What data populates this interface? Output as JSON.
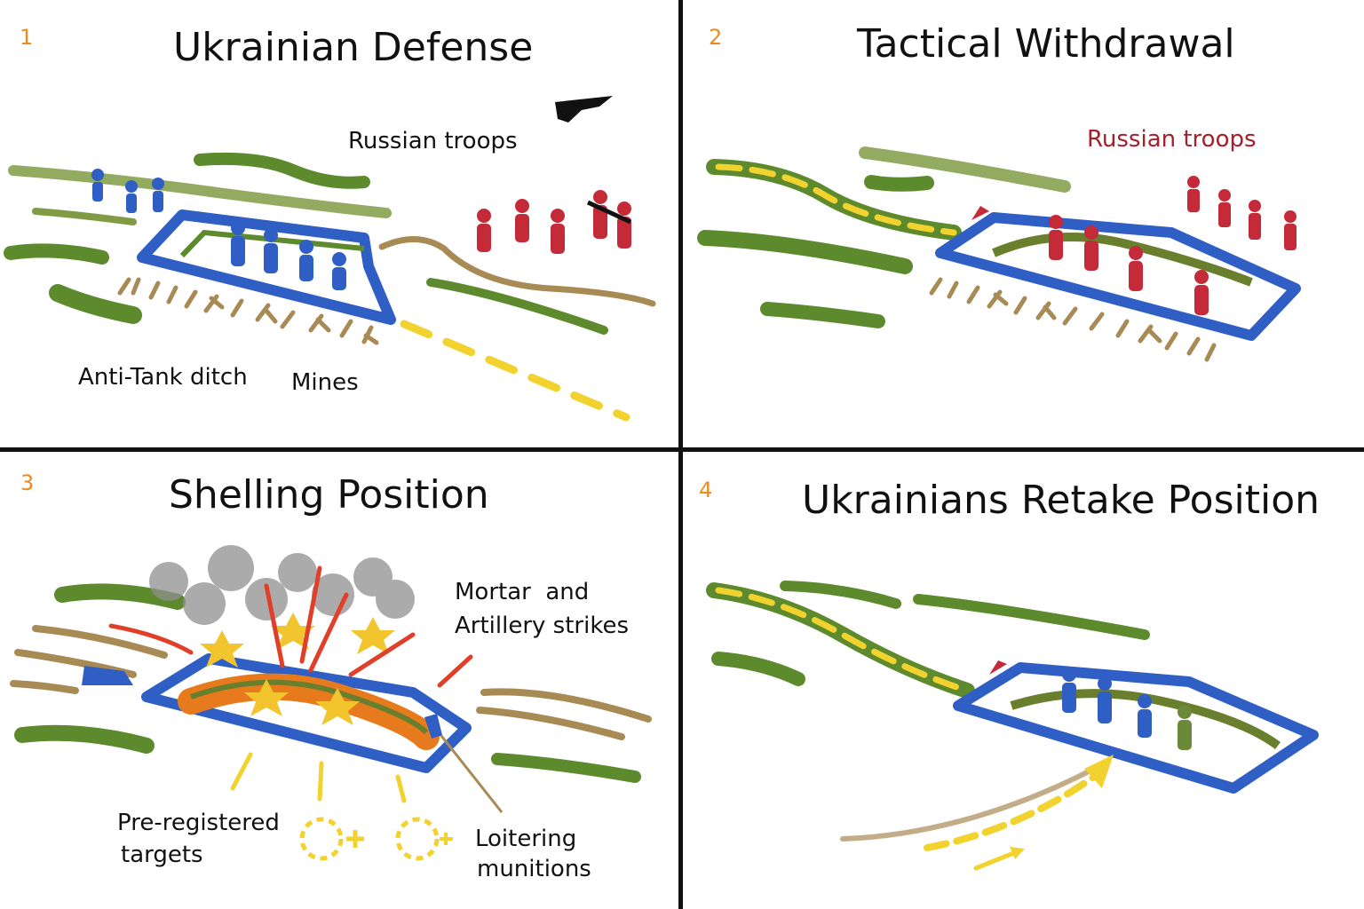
{
  "colors": {
    "number": "#f08a1e",
    "blue": "#2f5fc4",
    "red": "#c42a38",
    "vegetation": "#5e8a2e",
    "earth": "#a88a55",
    "yellow": "#f2d22e"
  },
  "panels": [
    {
      "number": "1",
      "title": "Ukrainian Defense",
      "labels": {
        "russian_troops": "Russian troops",
        "anti_tank_ditch": "Anti-Tank ditch",
        "mines": "Mines"
      }
    },
    {
      "number": "2",
      "title": "Tactical Withdrawal",
      "labels": {
        "russian_troops": "Russian troops"
      }
    },
    {
      "number": "3",
      "title": "Shelling Position",
      "labels": {
        "strikes_line1": "Mortar  and",
        "strikes_line2": "Artillery strikes",
        "targets_line1": "Pre-registered",
        "targets_line2": "targets",
        "loitering_line1": "Loitering",
        "loitering_line2": "munitions"
      }
    },
    {
      "number": "4",
      "title": "Ukrainians Retake Position"
    }
  ]
}
